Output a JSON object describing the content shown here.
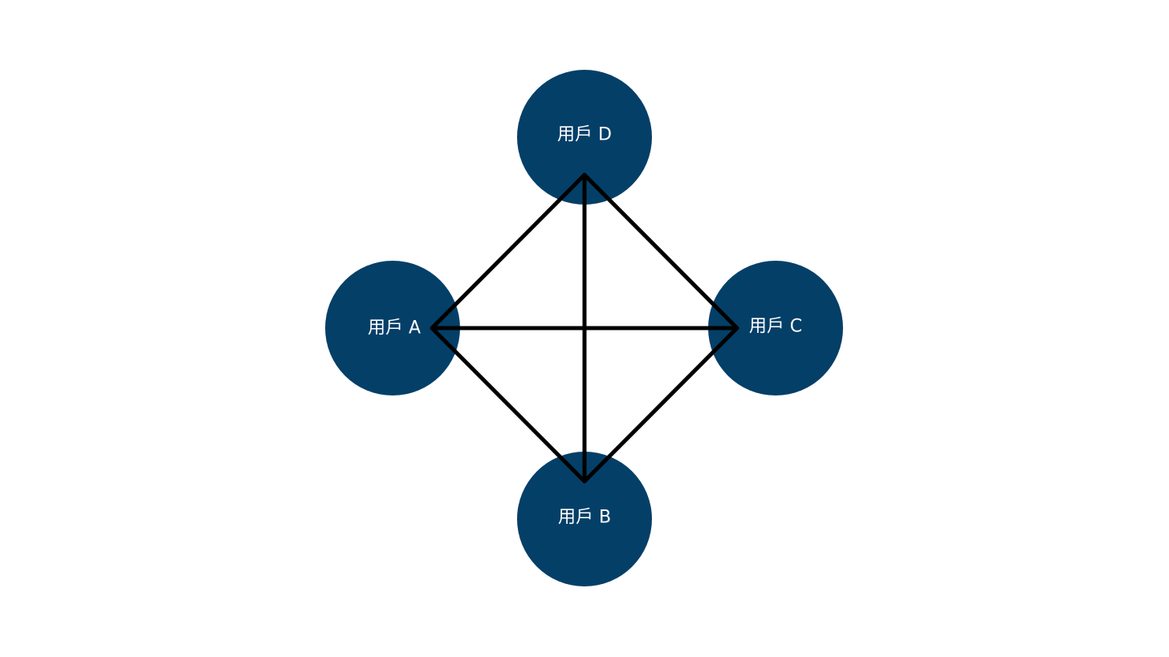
{
  "diagram": {
    "node_color": "#043f68",
    "edge_color": "#000000",
    "background": "#ffffff",
    "nodes": [
      {
        "id": "A",
        "label": "用戶 A"
      },
      {
        "id": "B",
        "label": "用戶 B"
      },
      {
        "id": "C",
        "label": "用戶 C"
      },
      {
        "id": "D",
        "label": "用戶 D"
      }
    ],
    "edges": [
      {
        "from": "A",
        "to": "D"
      },
      {
        "from": "D",
        "to": "C"
      },
      {
        "from": "C",
        "to": "B"
      },
      {
        "from": "B",
        "to": "A"
      },
      {
        "from": "A",
        "to": "C"
      },
      {
        "from": "D",
        "to": "B"
      }
    ]
  }
}
